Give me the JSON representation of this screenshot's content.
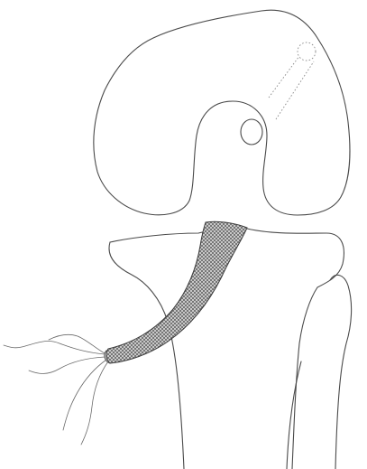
{
  "figure": {
    "background": "#ffffff",
    "line_color": "#4a4a4a",
    "hatch_color": "#555555"
  },
  "parts": [
    "femur-condyles",
    "intercondylar-tunnel",
    "graft-fixation-site",
    "tibial-plateau",
    "fibula",
    "hatched-graft",
    "frayed-graft-strands"
  ]
}
